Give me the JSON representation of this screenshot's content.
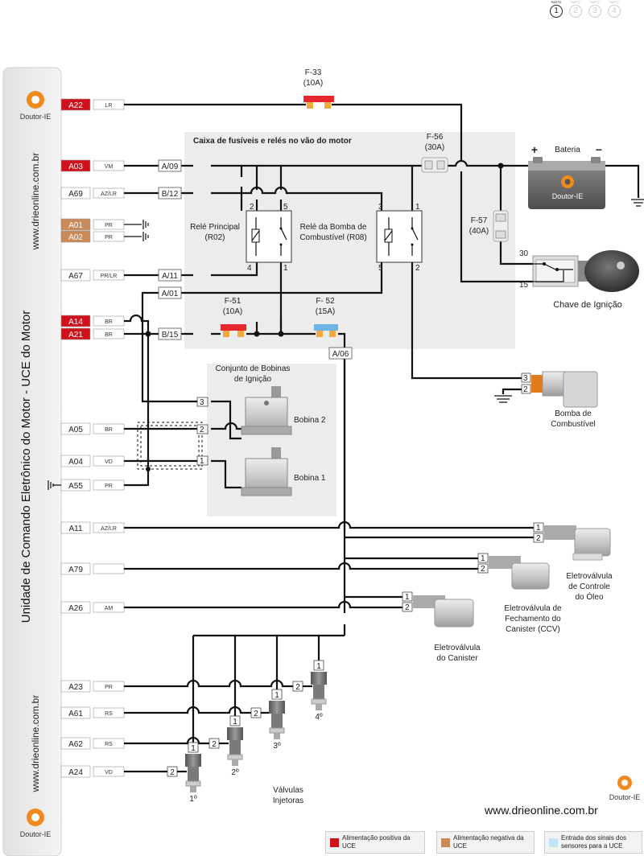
{
  "part_indicator": {
    "label": "PARTE",
    "items": [
      "1",
      "2",
      "3",
      "4"
    ],
    "active": "1"
  },
  "ecu": {
    "title": "Unidade de Comando Eletrônico do Motor - UCE do Motor",
    "url_top": "www.drieonline.com.br",
    "url_bottom": "www.drieonline.com.br",
    "logo_top": "Doutor-IE",
    "logo_bottom": "Doutor-IE"
  },
  "pins": [
    {
      "pin": "A22",
      "wire": "LR",
      "type": "positive"
    },
    {
      "pin": "A03",
      "wire": "VM",
      "type": "positive"
    },
    {
      "pin": "A69",
      "wire": "AZ/LR",
      "type": "none"
    },
    {
      "pin": "A01",
      "wire": "PR",
      "type": "negative"
    },
    {
      "pin": "A02",
      "wire": "PR",
      "type": "negative"
    },
    {
      "pin": "A67",
      "wire": "PR/LR",
      "type": "none"
    },
    {
      "pin": "A14",
      "wire": "BR",
      "type": "positive"
    },
    {
      "pin": "A21",
      "wire": "BR",
      "type": "positive"
    },
    {
      "pin": "A05",
      "wire": "BR",
      "type": "none"
    },
    {
      "pin": "A04",
      "wire": "VD",
      "type": "none"
    },
    {
      "pin": "A55",
      "wire": "PR",
      "type": "none"
    },
    {
      "pin": "A11",
      "wire": "AZ/LR",
      "type": "none"
    },
    {
      "pin": "A79",
      "wire": "",
      "type": "none"
    },
    {
      "pin": "A26",
      "wire": "AM",
      "type": "none"
    },
    {
      "pin": "A23",
      "wire": "PR",
      "type": "none"
    },
    {
      "pin": "A61",
      "wire": "RS",
      "type": "none"
    },
    {
      "pin": "A62",
      "wire": "RS",
      "type": "none"
    },
    {
      "pin": "A24",
      "wire": "VD",
      "type": "none"
    }
  ],
  "fuse_box": {
    "title": "Caixa de fusíveis e relés no vão do motor",
    "connectors": [
      "A/09",
      "B/12",
      "A/11",
      "A/01",
      "B/15",
      "A/06"
    ]
  },
  "fuses": {
    "f33": {
      "name": "F-33",
      "rating": "(10A)"
    },
    "f56": {
      "name": "F-56",
      "rating": "(30A)"
    },
    "f57": {
      "name": "F-57",
      "rating": "(40A)"
    },
    "f51": {
      "name": "F-51",
      "rating": "(10A)"
    },
    "f52": {
      "name": "F- 52",
      "rating": "(15A)"
    }
  },
  "relays": {
    "main": {
      "name": "Relé Principal",
      "code": "(R02)",
      "pins": [
        "2",
        "5",
        "4",
        "1"
      ]
    },
    "pump": {
      "name": "Relé da Bomba de",
      "name2": "Combustível (R08)",
      "pins": [
        "3",
        "1",
        "5",
        "2"
      ]
    }
  },
  "battery": {
    "label": "Bateria",
    "plus": "+",
    "minus": "−",
    "brand": "Doutor-IE"
  },
  "ignition_switch": {
    "label": "Chave de Ignição",
    "pin_a": "30",
    "pin_b": "15"
  },
  "fuel_pump": {
    "line1": "Bomba de",
    "line2": "Combustível",
    "pins": [
      "3",
      "2"
    ]
  },
  "coils": {
    "group_line1": "Conjunto de Bobinas",
    "group_line2": "de Ignição",
    "coil2": "Bobina 2",
    "coil1": "Bobina 1",
    "pins": [
      "3",
      "2",
      "1"
    ]
  },
  "valves": {
    "oil": {
      "line1": "Eletroválvula",
      "line2": "de Controle",
      "line3": "do Óleo",
      "pins": [
        "1",
        "2"
      ]
    },
    "ccv": {
      "line1": "Eletroválvula de",
      "line2": "Fechamento do",
      "line3": "Canister (CCV)",
      "pins": [
        "1",
        "2"
      ]
    },
    "canister": {
      "line1": "Eletroválvula",
      "line2": "do Canister",
      "pins": [
        "1",
        "2"
      ]
    }
  },
  "injectors": {
    "line1": "Válvulas",
    "line2": "Injetoras",
    "labels": [
      "1º",
      "2º",
      "3º",
      "4º"
    ],
    "pin_top": "1",
    "pin_side": "2"
  },
  "footer": {
    "logo": "Doutor-IE",
    "url": "www.drieonline.com.br"
  },
  "legend": [
    {
      "text": "Alimentação positiva da UCE",
      "color": "#d0111b"
    },
    {
      "text": "Alimentação negativa da UCE",
      "color": "#c98a58"
    },
    {
      "text": "Entrada dos sinais dos sensores para a UCE",
      "color": "#c6e2f5"
    }
  ],
  "colors": {
    "positive": "#d0111b",
    "negative": "#c98a58",
    "signal": "#c6e2f5",
    "fuse_red": "#e8262d",
    "fuse_blue": "#6db3e6",
    "fuse_amber": "#f2a93b"
  }
}
